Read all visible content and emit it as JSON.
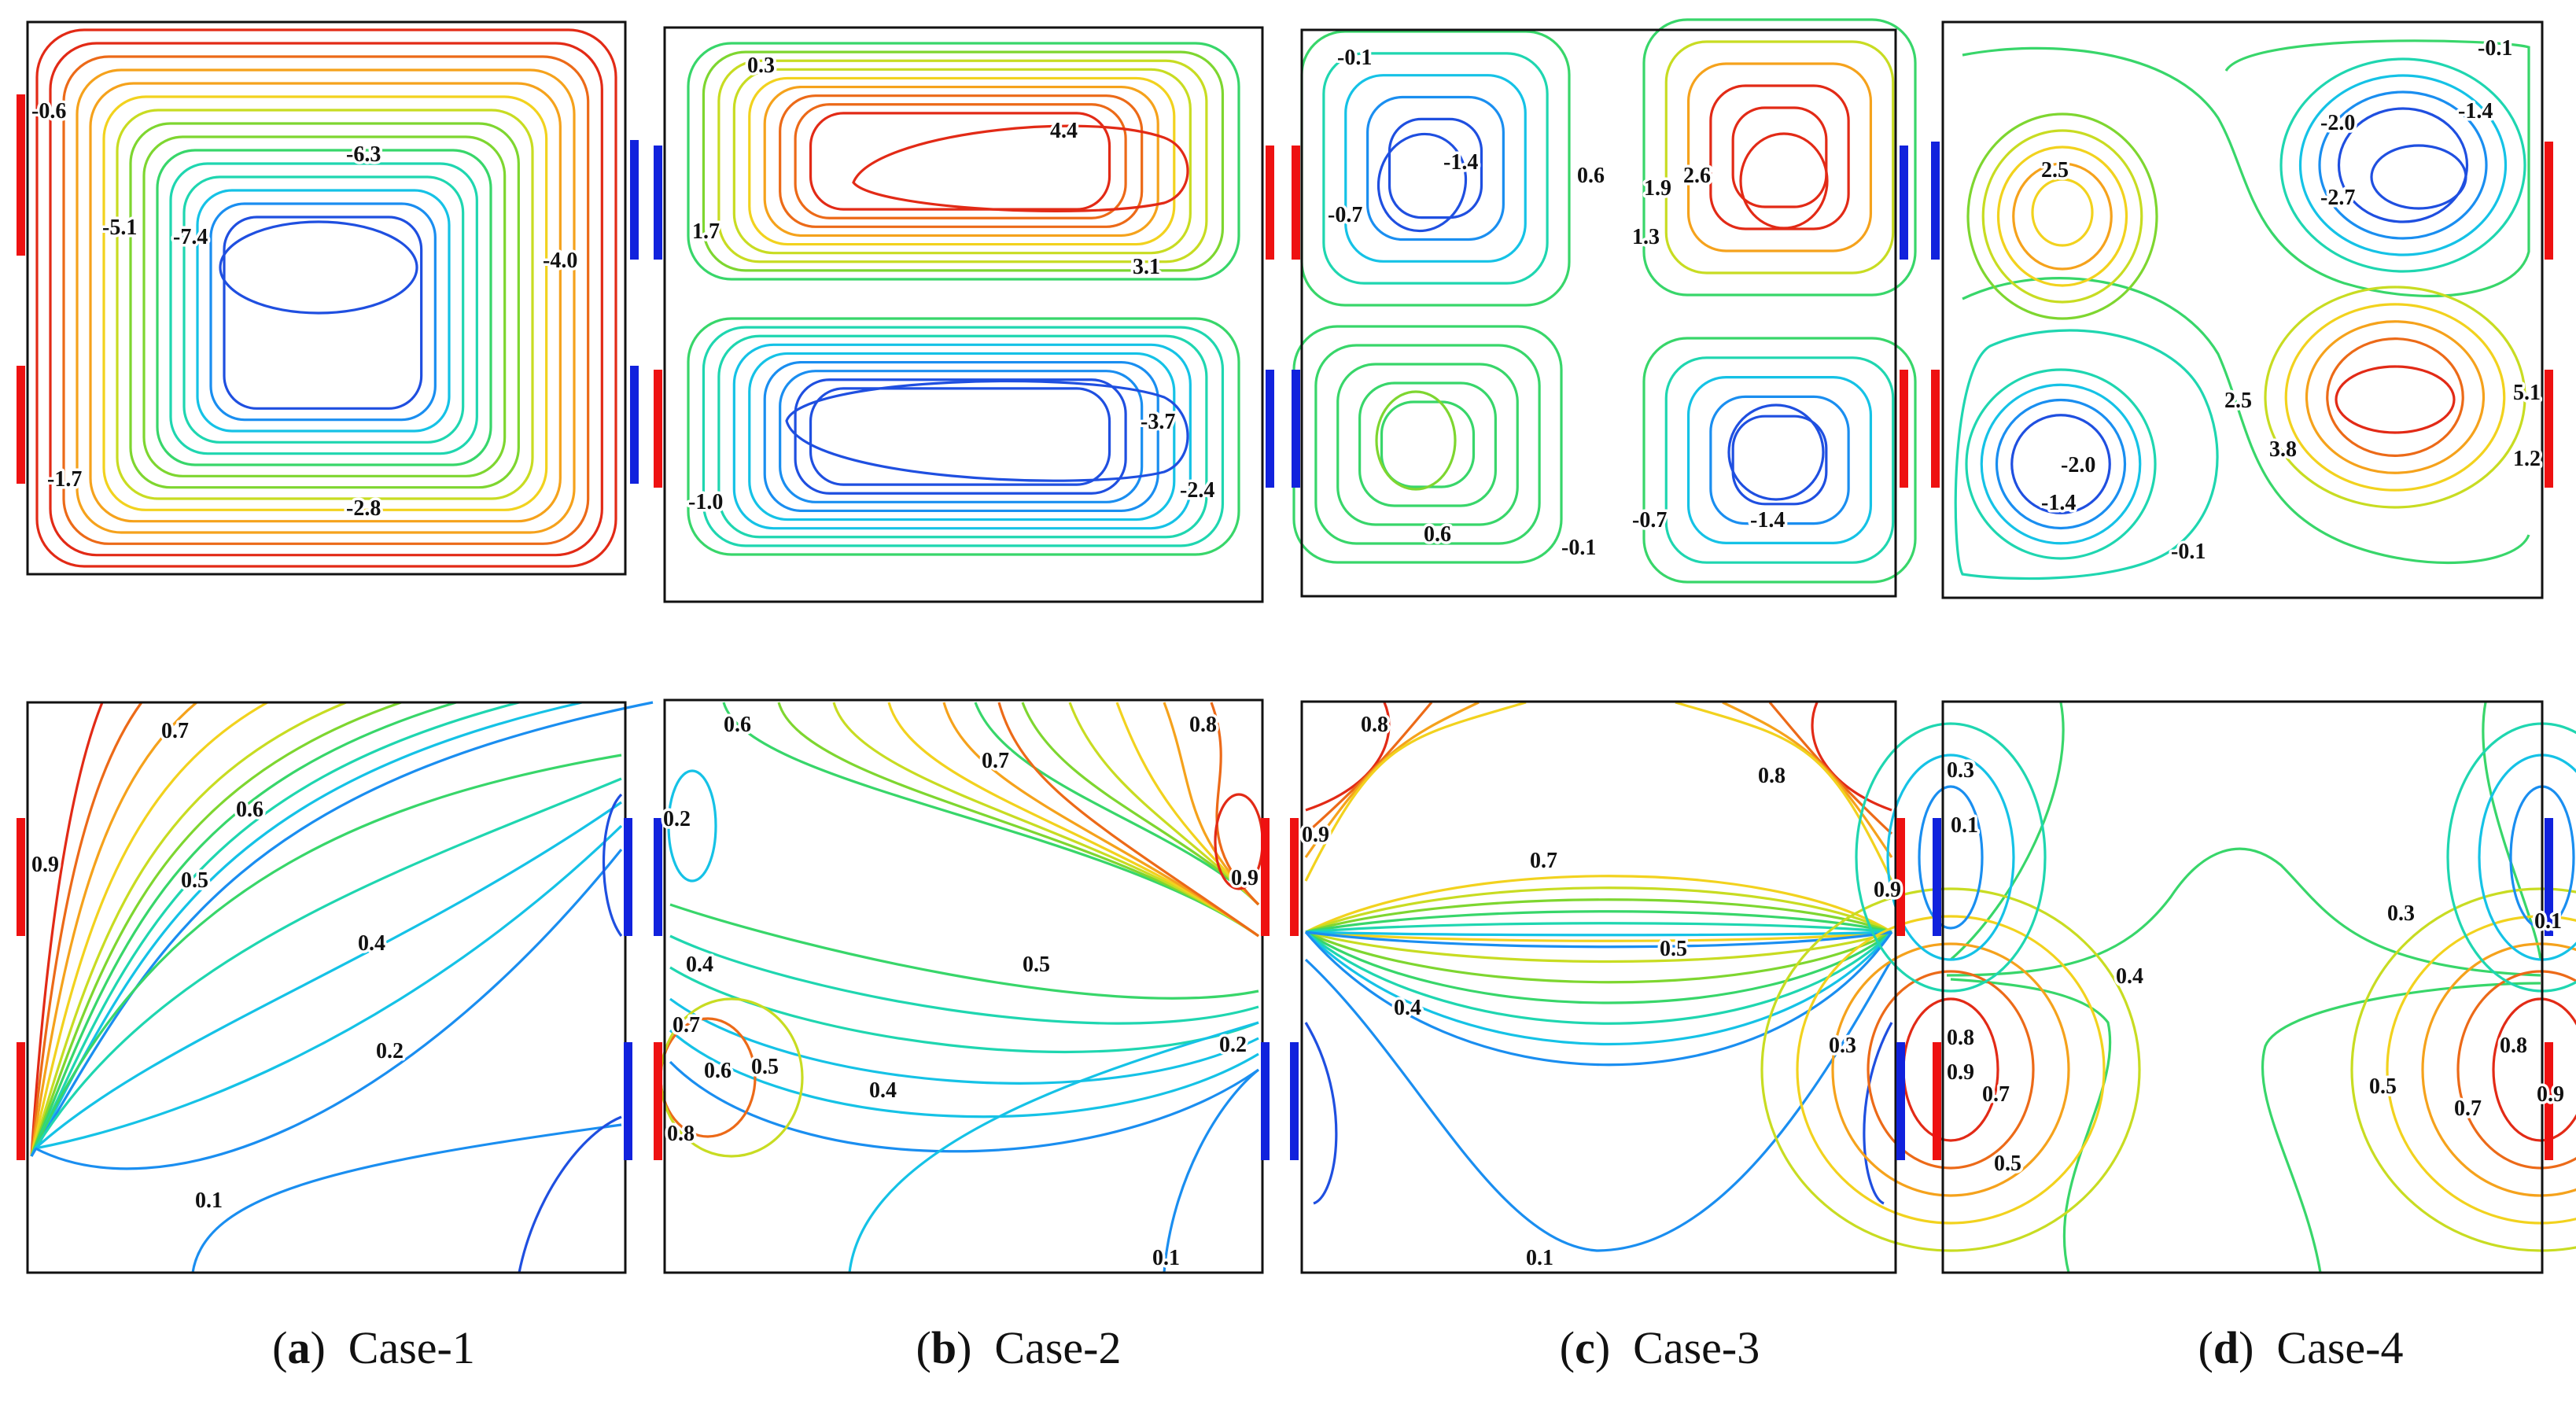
{
  "captions": [
    {
      "tag": "a",
      "text": "Case-1"
    },
    {
      "tag": "b",
      "text": "Case-2"
    },
    {
      "tag": "c",
      "text": "Case-3"
    },
    {
      "tag": "d",
      "text": "Case-4"
    }
  ],
  "heater_color": "#ee1111",
  "cooler_color": "#1122dd",
  "top_row_labels": [
    [
      "-0.6",
      "-6.3",
      "-5.1",
      "-7.4",
      "-4.0",
      "-1.7",
      "-2.8"
    ],
    [
      "0.3",
      "4.4",
      "1.7",
      "3.1",
      "-3.7",
      "-1.0",
      "-2.4"
    ],
    [
      "-0.1",
      "-1.4",
      "-0.7",
      "0.6",
      "1.9",
      "2.6",
      "1.3",
      "0.6",
      "-0.1",
      "-0.7",
      "-1.4"
    ],
    [
      "-0.1",
      "-2.0",
      "-1.4",
      "2.5",
      "-2.7",
      "2.5",
      "5.1",
      "-2.0",
      "-1.4",
      "3.8",
      "1.2",
      "-0.1"
    ]
  ],
  "bottom_row_labels": [
    [
      "0.7",
      "0.6",
      "0.9",
      "0.5",
      "0.4",
      "0.2",
      "0.1"
    ],
    [
      "0.6",
      "0.8",
      "0.7",
      "0.2",
      "0.4",
      "0.5",
      "0.9",
      "0.7",
      "0.6",
      "0.5",
      "0.4",
      "0.2",
      "0.8",
      "0.1"
    ],
    [
      "0.8",
      "0.8",
      "0.9",
      "0.7",
      "0.9",
      "0.5",
      "0.4",
      "0.3",
      "0.1"
    ],
    [
      "0.3",
      "0.1",
      "0.3",
      "0.1",
      "0.4",
      "0.8",
      "0.9",
      "0.7",
      "0.5",
      "0.5",
      "0.8",
      "0.7",
      "0.9"
    ]
  ]
}
